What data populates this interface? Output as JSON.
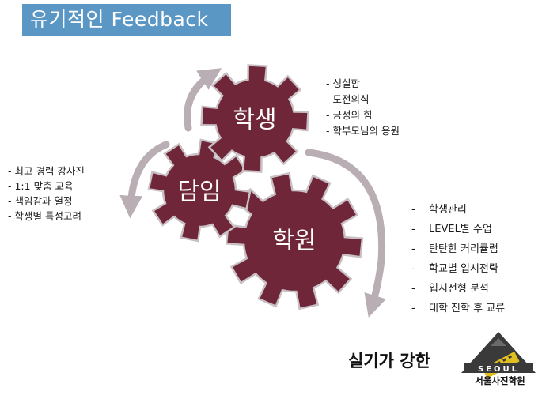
{
  "title": "유기적인 Feedback",
  "gears": {
    "student": "학생",
    "teacher": "담임",
    "academy": "학원"
  },
  "student_points": [
    "- 성실함",
    "- 도전의식",
    "- 긍정의 힘",
    "- 학부모님의 응원"
  ],
  "teacher_points": [
    "- 최고 경력 강사진",
    "- 1:1 맞춤 교육",
    "- 책임감과 열정",
    "- 학생별 특성고려"
  ],
  "academy_points": [
    "학생관리",
    "LEVEL별 수업",
    "탄탄한 커리큘럼",
    "학교별 입시전략",
    "입시전형 분석",
    "대학 진학 후 교류"
  ],
  "academy_dash": "-",
  "tagline": "실기가 강한",
  "logo": {
    "mark_text": "SEOUL",
    "name": "서울사진학원"
  },
  "colors": {
    "title_bg": "#5b97c4",
    "gear_fill": "#6e2638",
    "gear_stroke": "#c9c0c5",
    "arrow": "#b9aeb3"
  }
}
